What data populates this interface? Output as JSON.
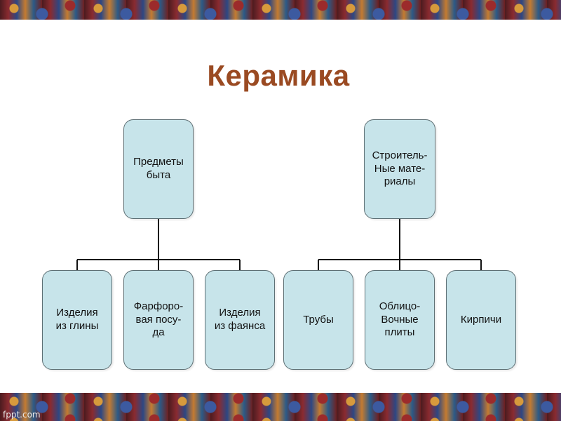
{
  "title": "Керамика",
  "watermark": "fppt.com",
  "colors": {
    "title": "#9a4a22",
    "box_fill": "#c7e4ea",
    "box_border": "#5d6f74",
    "line": "#111111"
  },
  "groups": [
    {
      "parent": "Предметы\nбыта",
      "children": [
        "Изделия\nиз глины",
        "Фарфоро-\nвая посу-\nда",
        "Изделия\nиз фаянса"
      ]
    },
    {
      "parent": "Строитель-\nНые мате-\nриалы",
      "children": [
        "Трубы",
        "Облицо-\nВочные\nплиты",
        "Кирпичи"
      ]
    }
  ]
}
